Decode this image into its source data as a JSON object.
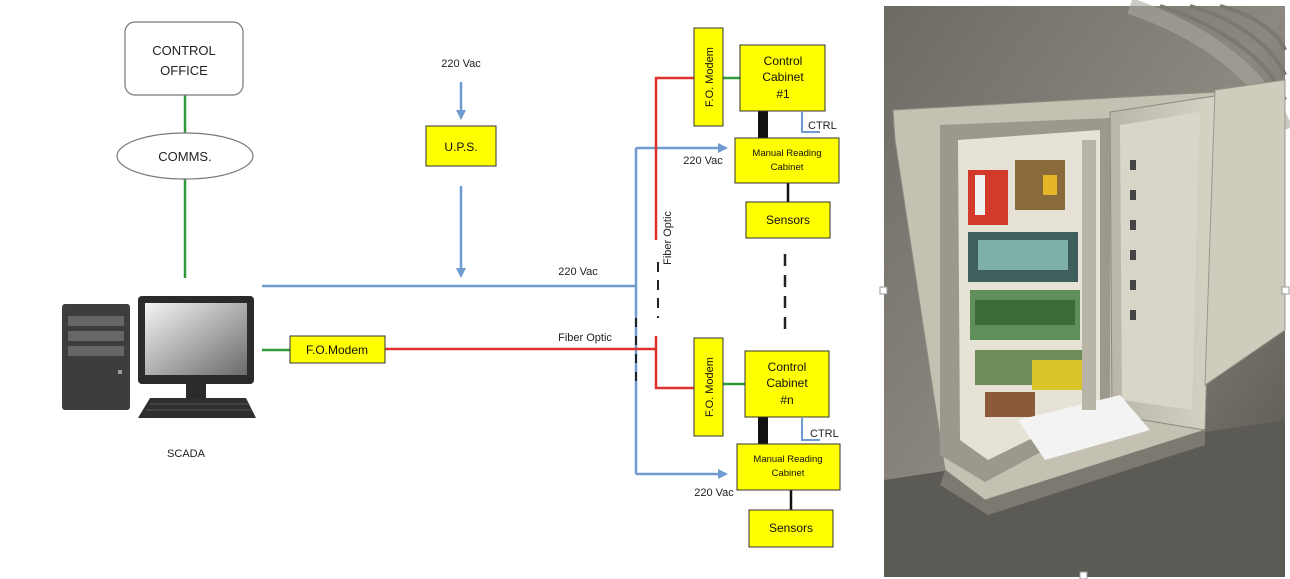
{
  "diagram": {
    "nodes": {
      "control_office": [
        "CONTROL",
        "OFFICE"
      ],
      "comms": "COMMS.",
      "ups": "U.P.S.",
      "fo_modem_scada": "F.O.Modem",
      "fo_modem_1": "F.O. Modem",
      "fo_modem_n": "F.O. Modem",
      "control_cabinet_1": [
        "Control",
        "Cabinet",
        "#1"
      ],
      "control_cabinet_n": [
        "Control",
        "Cabinet",
        "#n"
      ],
      "manual_reading_1": [
        "Manual Reading",
        "Cabinet"
      ],
      "manual_reading_n": [
        "Manual Reading",
        "Cabinet"
      ],
      "sensors_1": "Sensors",
      "sensors_n": "Sensors",
      "scada": "SCADA"
    },
    "labels": {
      "vac_top": "220 Vac",
      "vac_main": "220 Vac",
      "vac_cab1": "220 Vac",
      "vac_cabn": "220 Vac",
      "fiber_optic_h": "Fiber Optic",
      "fiber_optic_v": "Fiber Optic",
      "ctrl_1": "CTRL",
      "ctrl_n": "CTRL"
    },
    "colors": {
      "power_line": "#6f9bd1",
      "fiber_line": "#e0322d",
      "comm_line": "#2e9a3a",
      "box_fill": "#ffff00"
    }
  }
}
